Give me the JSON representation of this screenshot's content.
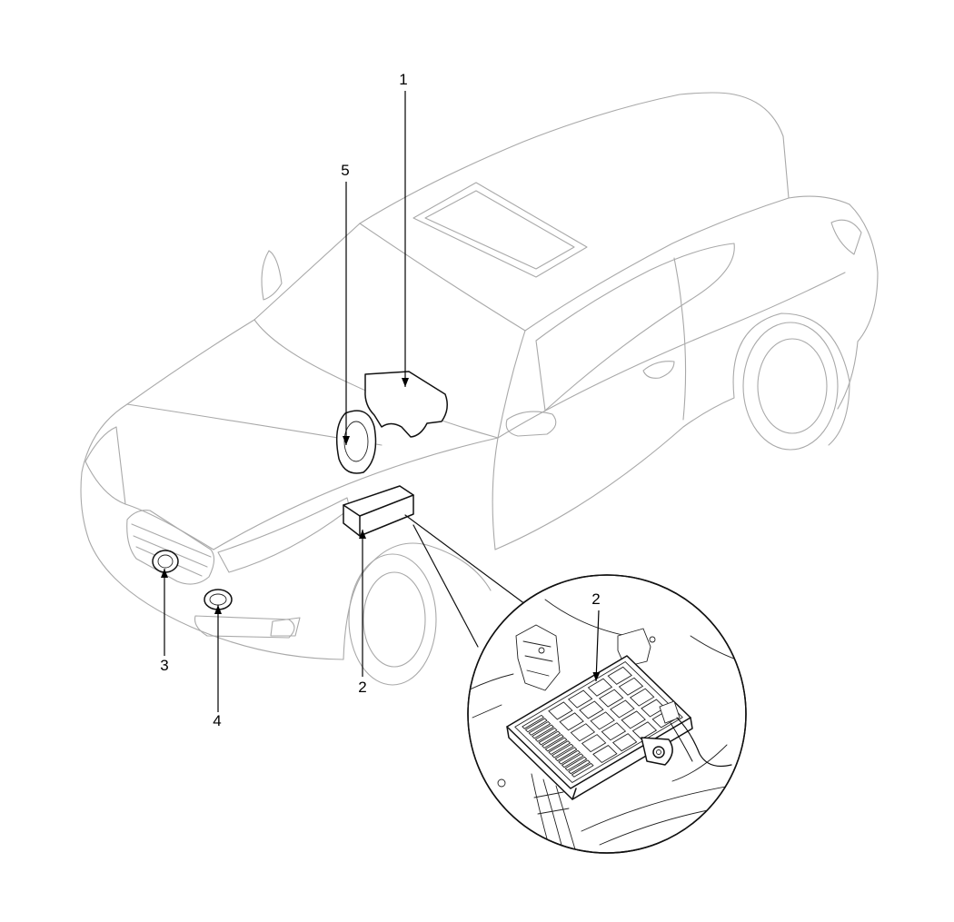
{
  "callouts": {
    "label_1": "1",
    "label_5": "5",
    "label_2": "2",
    "label_3": "3",
    "label_4": "4"
  },
  "inset": {
    "label_2": "2"
  },
  "colors": {
    "outline": "#a9a9a9",
    "ink": "#111111",
    "background": "#ffffff"
  }
}
